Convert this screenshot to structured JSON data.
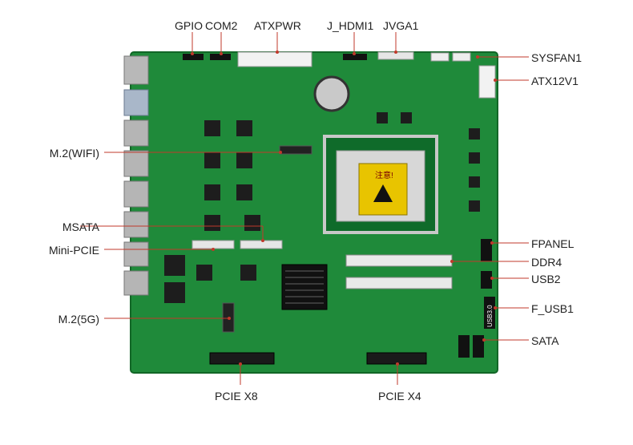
{
  "labels": {
    "gpio": "GPIO",
    "com2": "COM2",
    "atxpwr": "ATXPWR",
    "j_hdmi1": "J_HDMI1",
    "jvga1": "JVGA1",
    "sysfan1": "SYSFAN1",
    "atx12v1": "ATX12V1",
    "m2_wifi": "M.2(WIFI)",
    "msata": "MSATA",
    "mini_pcie": "Mini-PCIE",
    "fpanel": "FPANEL",
    "ddr4": "DDR4",
    "usb2": "USB2",
    "f_usb1": "F_USB1",
    "m2_5g": "M.2(5G)",
    "sata": "SATA",
    "pcie_x8": "PCIE X8",
    "pcie_x4": "PCIE X4"
  },
  "board_markings": {
    "warning_cn": "注意!",
    "usb30": "USB3.0"
  },
  "colors": {
    "pcb": "#1f8a3a",
    "pcb_dark": "#156b2b",
    "leader_line": "#c0392b",
    "slot": "#1a1a1a",
    "socket_yellow": "#e8c400"
  }
}
